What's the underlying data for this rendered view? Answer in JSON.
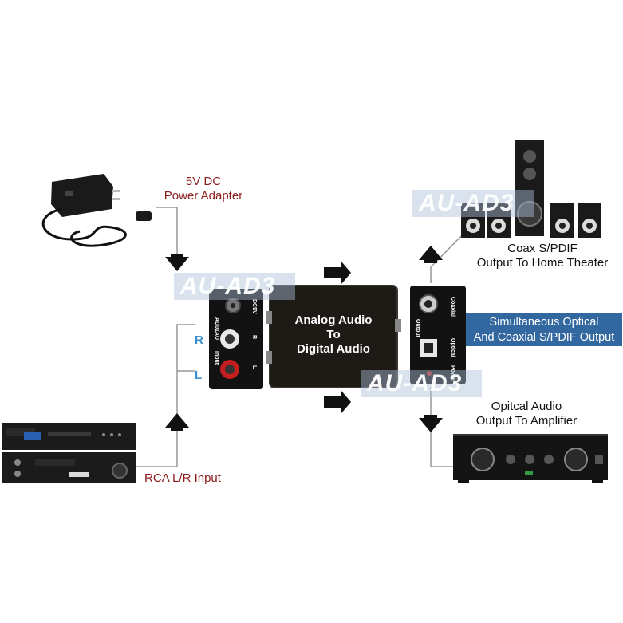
{
  "labels": {
    "power_adapter_line1": "5V DC",
    "power_adapter_line2": "Power Adapter",
    "rca_input": "RCA L/R Input",
    "coax_line1": "Coax S/PDIF",
    "coax_line2": "Output To Home Theater",
    "optical_line1": "Opitcal Audio",
    "optical_line2": "Output To Amplifier",
    "channel_r": "R",
    "channel_l": "L"
  },
  "banner": {
    "line1": "Simultaneous Optical",
    "line2": "And Coaxial S/PDIF Output"
  },
  "converter": {
    "line1": "Analog Audio",
    "line2": "To",
    "line3": "Digital Audio"
  },
  "ports": {
    "model": "AD01AU",
    "dc": "DC5V",
    "input": "Input",
    "r": "R",
    "l": "L",
    "output": "Output",
    "coaxial": "Coaxial",
    "optical": "Optical",
    "power": "Power"
  },
  "watermark": "AU-AD3",
  "colors": {
    "label_red": "#8a1b1b",
    "banner_bg": "#3367a0",
    "accent_blue": "#3a8fd0"
  }
}
